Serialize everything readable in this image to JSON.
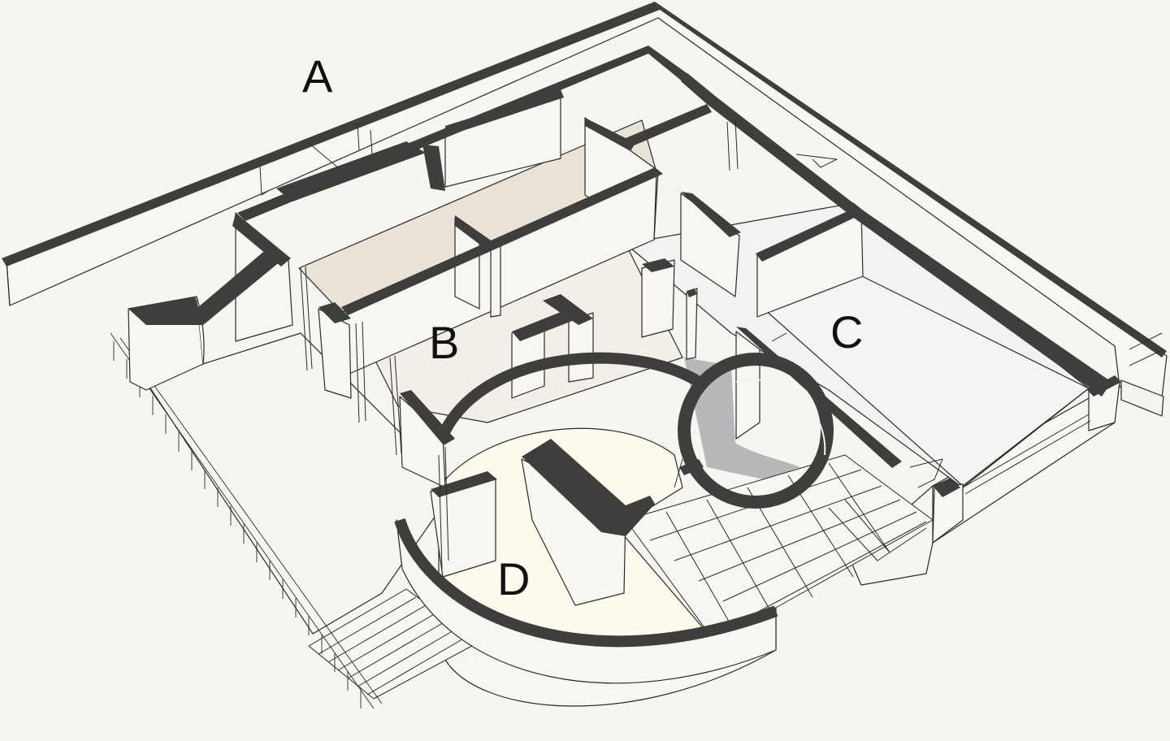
{
  "diagram": {
    "type": "axonometric floor plan",
    "zones": [
      {
        "id": "A",
        "label": "A",
        "fill": "#f6f5f1"
      },
      {
        "id": "B",
        "label": "B",
        "fill": "#f3efe8"
      },
      {
        "id": "C",
        "label": "C",
        "fill": "#f2f2f1"
      },
      {
        "id": "D",
        "label": "D",
        "fill": "#fdfbee"
      }
    ],
    "colors": {
      "background": "#f6f5f1",
      "wall_cut": "#403e3d",
      "wall_face": "#f7f6f2",
      "line": "#2a2a2a",
      "corridor_floor": "#e9e2d6",
      "ramp": "#b8b8ba"
    }
  }
}
